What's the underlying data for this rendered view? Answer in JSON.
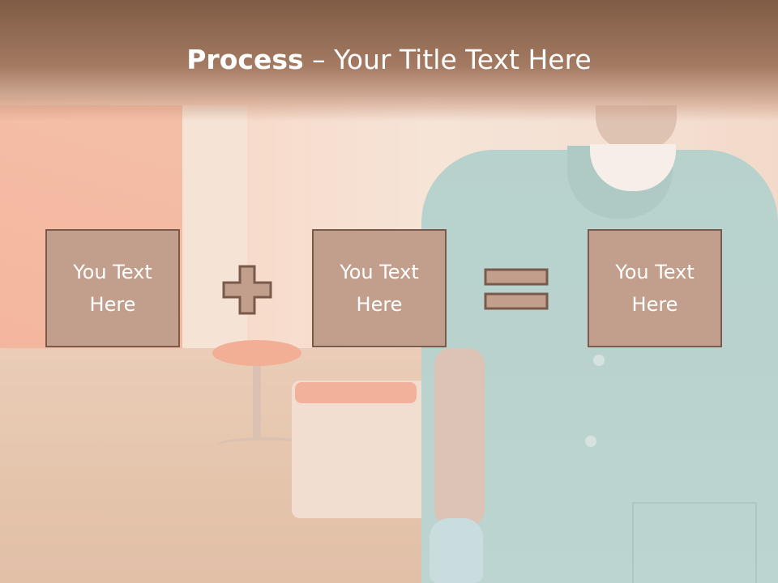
{
  "slide": {
    "title_bold": "Process",
    "title_rest": " – Your Title Text Here"
  },
  "boxes": [
    {
      "label": "You Text\nHere"
    },
    {
      "label": "You Text\nHere"
    },
    {
      "label": "You Text\nHere"
    }
  ],
  "operators": {
    "first": "plus-icon",
    "second": "equals-icon"
  },
  "colors": {
    "header": "#8a6550",
    "box_fill": "#c29f8c",
    "box_border": "#7a5a4a",
    "text": "#ffffff"
  }
}
